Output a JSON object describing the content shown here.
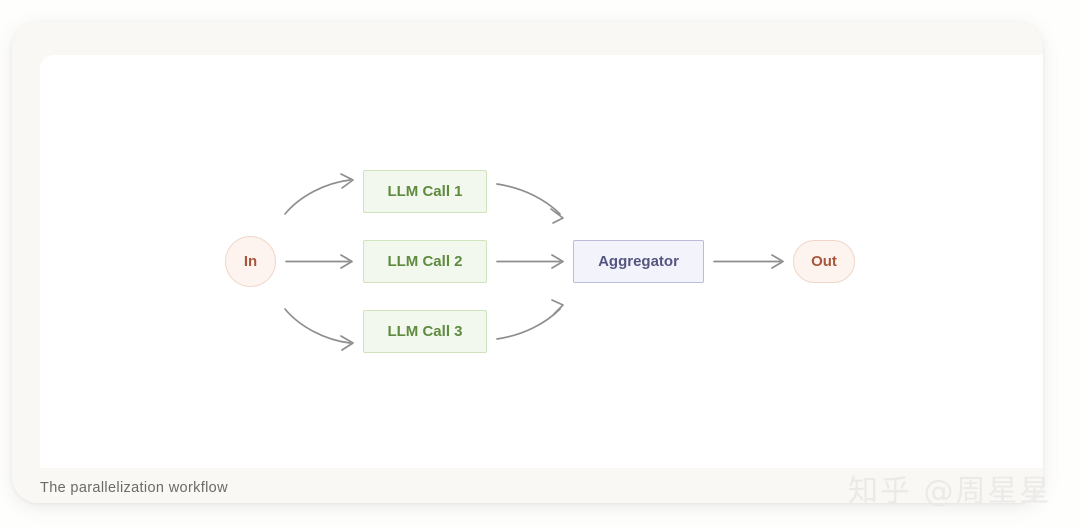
{
  "page": {
    "background_color": "#fefefd"
  },
  "card": {
    "background_color": "#faf8f5"
  },
  "panel": {
    "background_color": "#ffffff"
  },
  "caption": {
    "text": "The parallelization workflow",
    "color": "#6e6a66"
  },
  "watermark": {
    "text": "知乎 @周星星",
    "color": "#eceae8"
  },
  "diagram": {
    "type": "flow-diagram",
    "arrow_color": "#8e8e8e",
    "nodes": [
      {
        "id": "in",
        "label": "In",
        "shape": "circle",
        "fill": "#fdf4f0",
        "border": "#f0d5c8",
        "text_color": "#a8563c"
      },
      {
        "id": "llm1",
        "label": "LLM Call 1",
        "shape": "rect",
        "fill": "#f3f8ee",
        "border": "#cfe3bd",
        "text_color": "#5e8b3e"
      },
      {
        "id": "llm2",
        "label": "LLM Call 2",
        "shape": "rect",
        "fill": "#f3f8ee",
        "border": "#cfe3bd",
        "text_color": "#5e8b3e"
      },
      {
        "id": "llm3",
        "label": "LLM Call 3",
        "shape": "rect",
        "fill": "#f3f8ee",
        "border": "#cfe3bd",
        "text_color": "#5e8b3e"
      },
      {
        "id": "agg",
        "label": "Aggregator",
        "shape": "rect",
        "fill": "#f3f3fb",
        "border": "#bcbbda",
        "text_color": "#565580"
      },
      {
        "id": "out",
        "label": "Out",
        "shape": "pill",
        "fill": "#fdf4f0",
        "border": "#f0d5c8",
        "text_color": "#a8563c"
      }
    ],
    "edges": [
      {
        "from": "in",
        "to": "llm1",
        "style": "curved"
      },
      {
        "from": "in",
        "to": "llm2",
        "style": "straight"
      },
      {
        "from": "in",
        "to": "llm3",
        "style": "curved"
      },
      {
        "from": "llm1",
        "to": "agg",
        "style": "curved"
      },
      {
        "from": "llm2",
        "to": "agg",
        "style": "straight"
      },
      {
        "from": "llm3",
        "to": "agg",
        "style": "curved"
      },
      {
        "from": "agg",
        "to": "out",
        "style": "straight"
      }
    ]
  }
}
